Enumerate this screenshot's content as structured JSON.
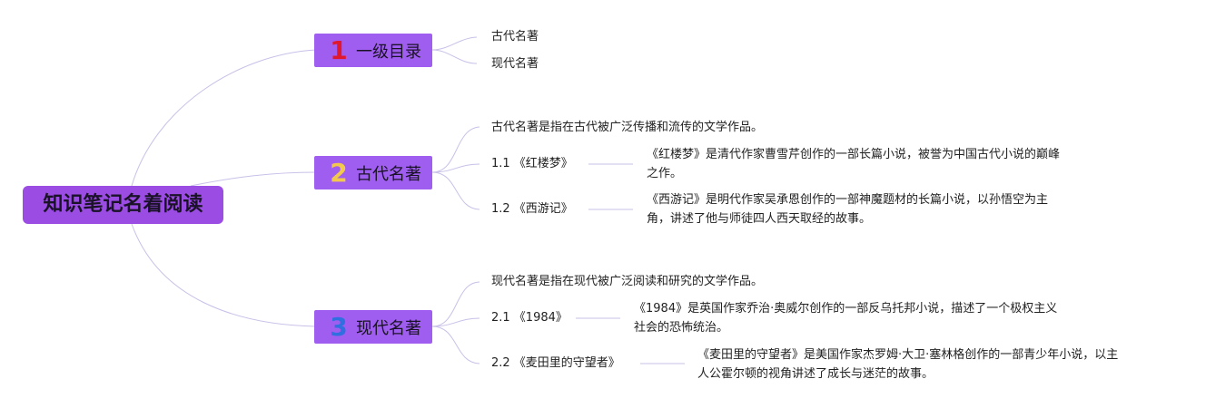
{
  "root": {
    "title": "知识笔记名着阅读"
  },
  "colors": {
    "root_bg": "#9b4de3",
    "branch_bg": "#a05ef0",
    "line": "#c9c0e8",
    "num1": "#e0182d",
    "num2": "#f2c94c",
    "num3": "#2f6fe0"
  },
  "branches": [
    {
      "num": "1",
      "label": "一级目录",
      "children": [
        "古代名著",
        "现代名著"
      ]
    },
    {
      "num": "2",
      "label": "古代名著",
      "intro": "古代名著是指在古代被广泛传播和流传的文学作品。",
      "items": [
        {
          "title": "1.1 《红楼梦》",
          "desc_line1": "《红楼梦》是清代作家曹雪芹创作的一部长篇小说，被誉为中国古代小说的巅峰",
          "desc_line2": "之作。"
        },
        {
          "title": "1.2 《西游记》",
          "desc_line1": "《西游记》是明代作家吴承恩创作的一部神魔题材的长篇小说，以孙悟空为主",
          "desc_line2": "角，讲述了他与师徒四人西天取经的故事。"
        }
      ]
    },
    {
      "num": "3",
      "label": "现代名著",
      "intro": "现代名著是指在现代被广泛阅读和研究的文学作品。",
      "items": [
        {
          "title": "2.1 《1984》",
          "desc_line1": "《1984》是英国作家乔治·奥威尔创作的一部反乌托邦小说，描述了一个极权主义",
          "desc_line2": "社会的恐怖统治。"
        },
        {
          "title": "2.2 《麦田里的守望者》",
          "desc_line1": "《麦田里的守望者》是美国作家杰罗姆·大卫·塞林格创作的一部青少年小说，以主",
          "desc_line2": "人公霍尔顿的视角讲述了成长与迷茫的故事。"
        }
      ]
    }
  ]
}
